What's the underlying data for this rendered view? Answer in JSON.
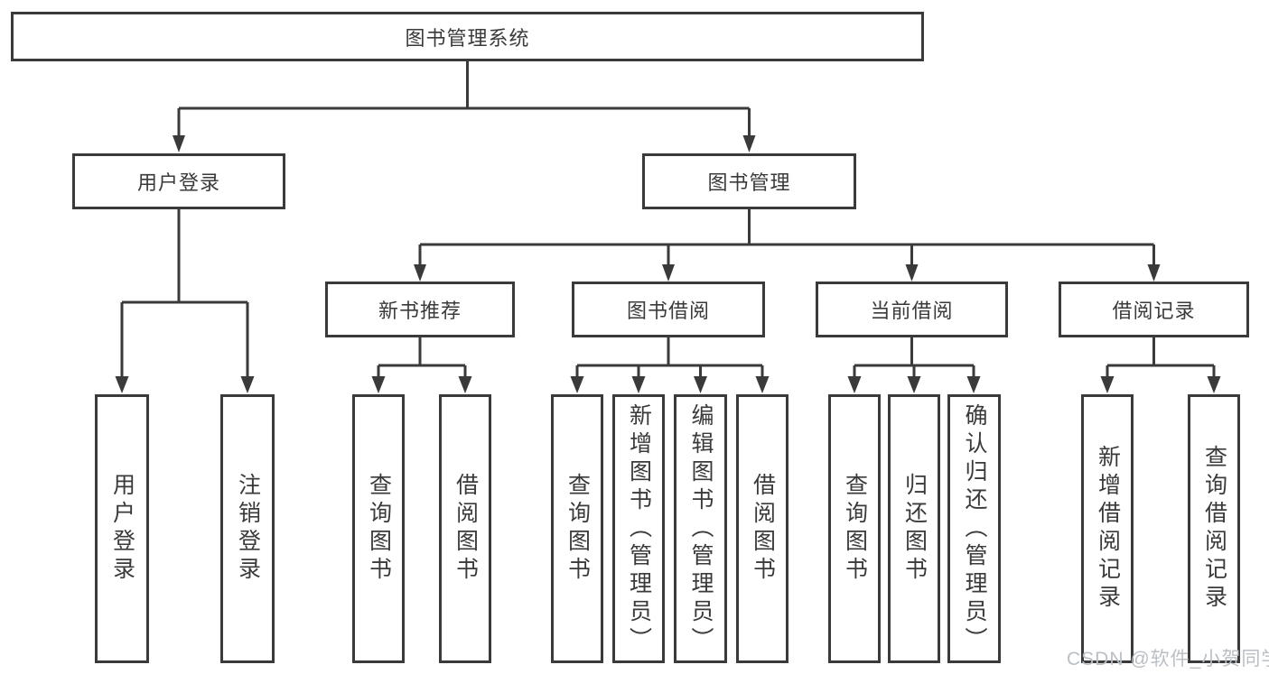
{
  "diagram_type": "functional-structure-tree",
  "colors": {
    "line": "#3a3a3a",
    "text": "#3a3a3a",
    "box_background": "#ffffff",
    "page_background": "#ffffff",
    "watermark": "#b9bfc5"
  },
  "nodes": {
    "root": {
      "label": "图书管理系统"
    },
    "user_login_branch": {
      "label": "用户登录"
    },
    "book_management_branch": {
      "label": "图书管理"
    },
    "new_book_recommendation": {
      "label": "新书推荐"
    },
    "book_borrowing": {
      "label": "图书借阅"
    },
    "current_borrowing": {
      "label": "当前借阅"
    },
    "borrowing_records": {
      "label": "借阅记录"
    },
    "leaf_user_login": {
      "label": "用户登录"
    },
    "leaf_logout": {
      "label": "注销登录"
    },
    "leaf_query_books_rec": {
      "label": "查询图书"
    },
    "leaf_borrow_books_rec": {
      "label": "借阅图书"
    },
    "leaf_query_books_borrow": {
      "label": "查询图书"
    },
    "leaf_add_books_admin": {
      "label": "新增图书（管理员）"
    },
    "leaf_edit_books_admin": {
      "label": "编辑图书（管理员）"
    },
    "leaf_borrow_books_borrow": {
      "label": "借阅图书"
    },
    "leaf_query_books_current": {
      "label": "查询图书"
    },
    "leaf_return_books": {
      "label": "归还图书"
    },
    "leaf_confirm_return_admin": {
      "label": "确认归还（管理员）"
    },
    "leaf_add_borrow_record": {
      "label": "新增借阅记录"
    },
    "leaf_query_borrow_record": {
      "label": "查询借阅记录"
    }
  },
  "watermark": {
    "text": "CSDN @软件_小贺同学"
  }
}
